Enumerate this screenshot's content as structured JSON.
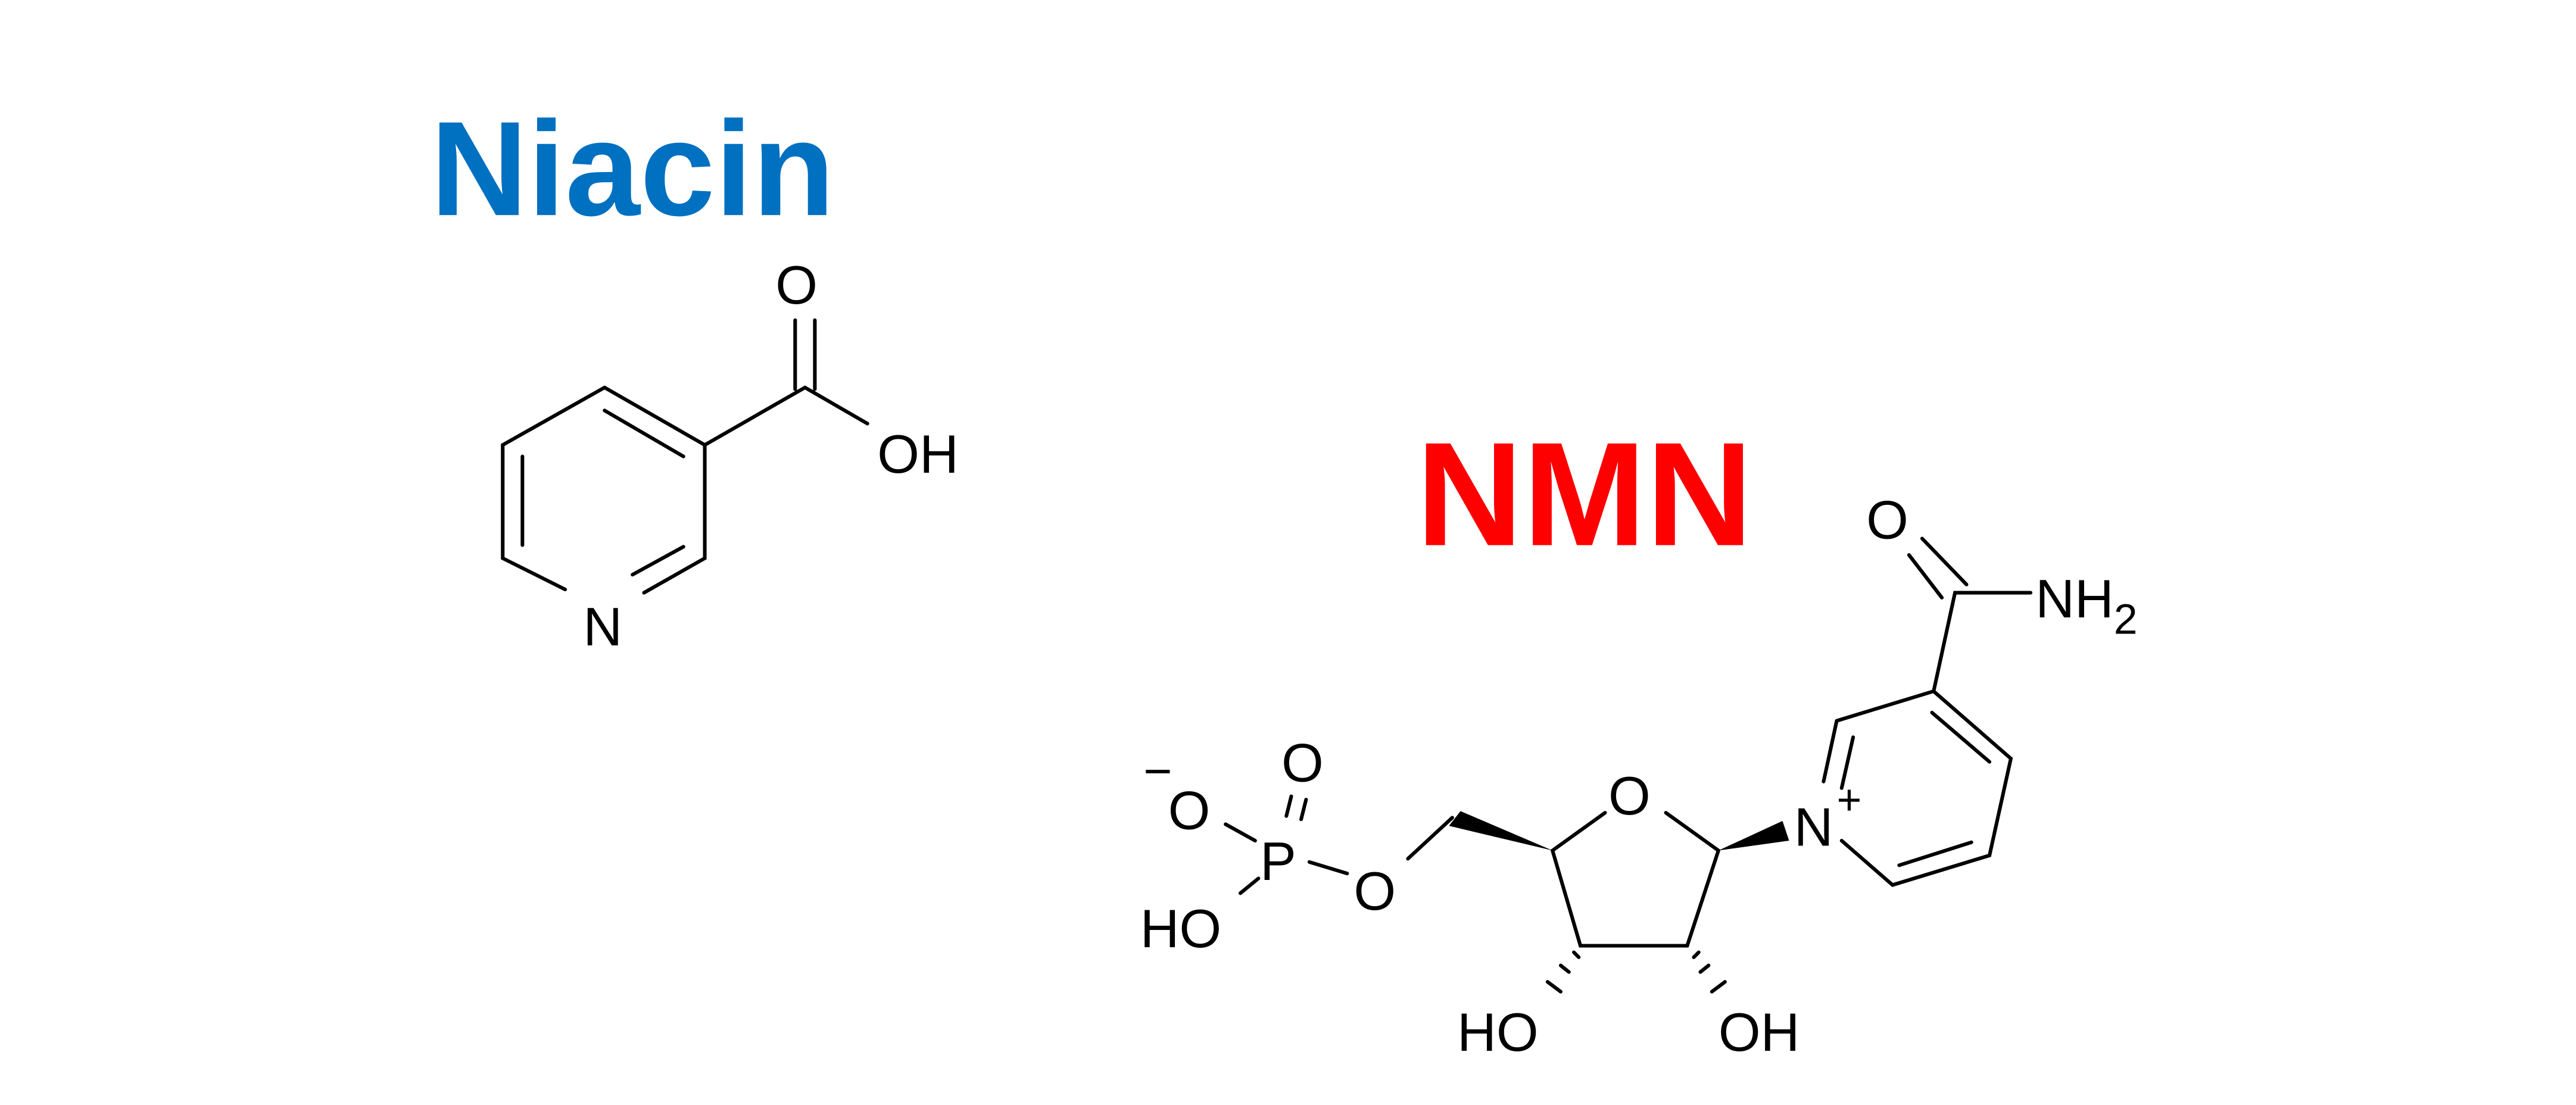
{
  "titles": {
    "niacin": "Niacin",
    "nmn": "NMN"
  },
  "colors": {
    "niacin": "#0070C0",
    "nmn": "#FF0000",
    "bonds": "#000000"
  },
  "niacin_atoms": {
    "o": "O",
    "oh": "OH",
    "n": "N"
  },
  "nmn_atoms": {
    "amide_o": "O",
    "nh": "NH",
    "sub2": "2",
    "n": "N",
    "plus": "+",
    "ring_o": "O",
    "ester_o": "O",
    "p": "P",
    "p_o": "O",
    "o_minus": "O",
    "minus": "−",
    "p_oh": "HO",
    "ho": "HO",
    "oh": "OH"
  }
}
